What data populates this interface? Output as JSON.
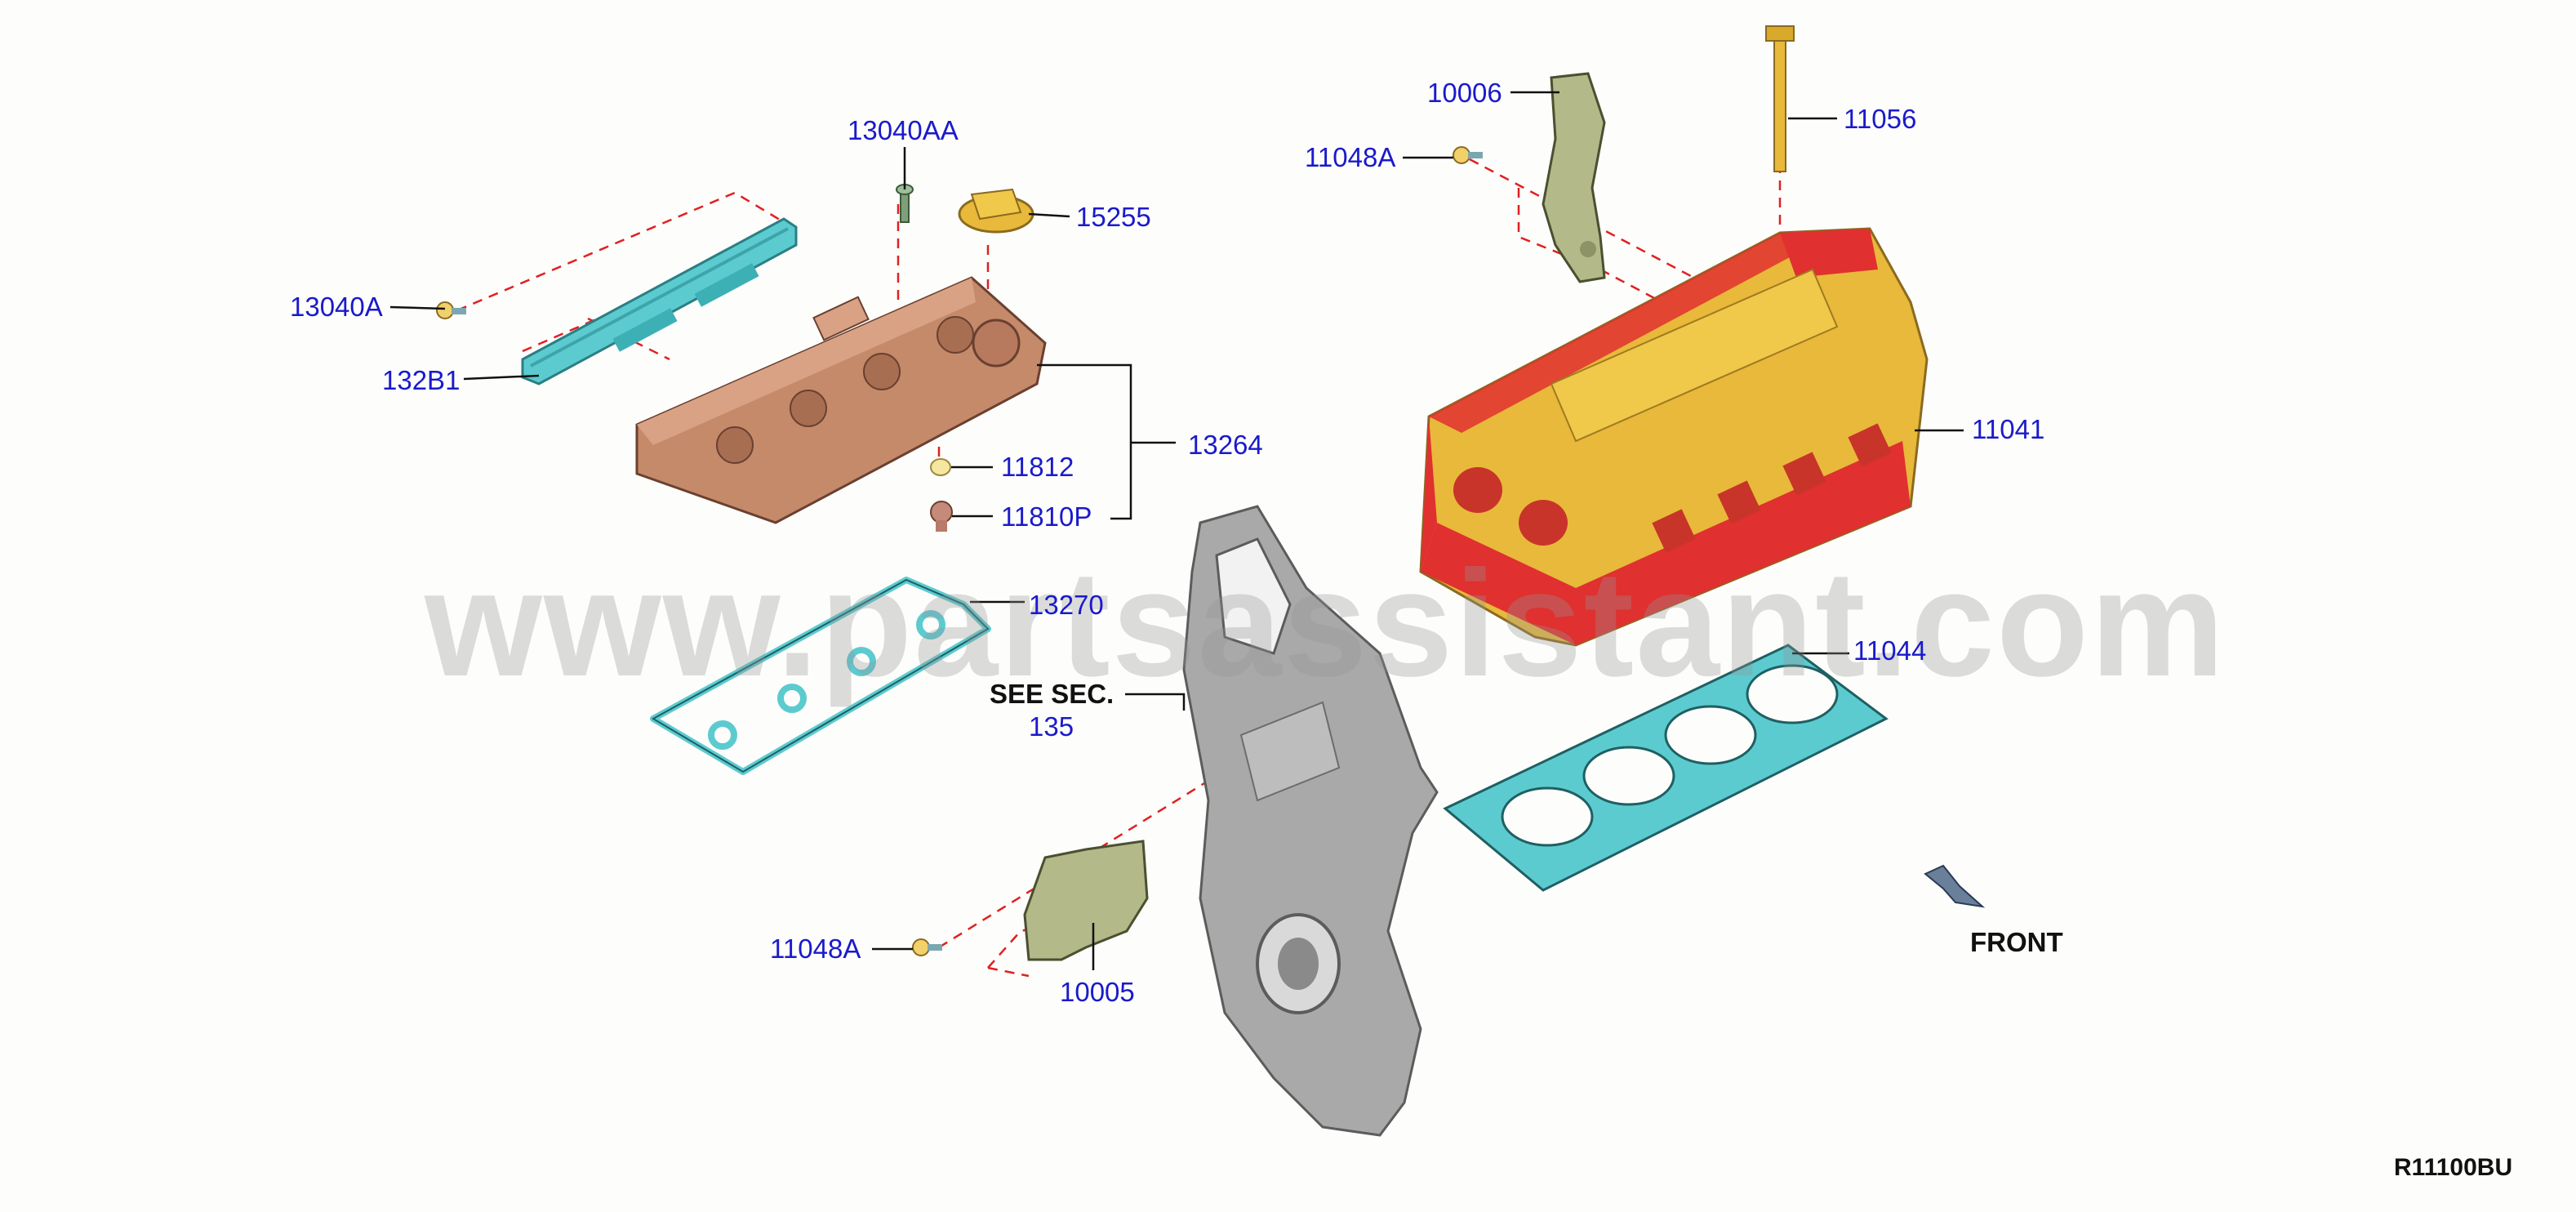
{
  "labels": {
    "p13040AA": "13040AA",
    "p15255": "15255",
    "p13040A": "13040A",
    "p132B1": "132B1",
    "p13264": "13264",
    "p11812": "11812",
    "p11810P": "11810P",
    "p13270": "13270",
    "p10006": "10006",
    "p11048A_top": "11048A",
    "p11056": "11056",
    "p11041": "11041",
    "p11044": "11044",
    "p11048A_bottom": "11048A",
    "p10005": "10005",
    "see_sec": "SEE SEC.",
    "see_sec_num": "135",
    "front": "FRONT",
    "diagram_code": "R11100BU"
  },
  "watermark": "www.partsassistant.com",
  "colors": {
    "label_blue": "#1a1acc",
    "leader_red": "#e02020",
    "valve_cover": "#c48a6a",
    "head_gold": "#e8b93a",
    "head_red": "#e03030",
    "gasket_teal": "#5ccbd0",
    "timing_cover_gray": "#a9a9a9",
    "bracket_green": "#b4b98a"
  }
}
